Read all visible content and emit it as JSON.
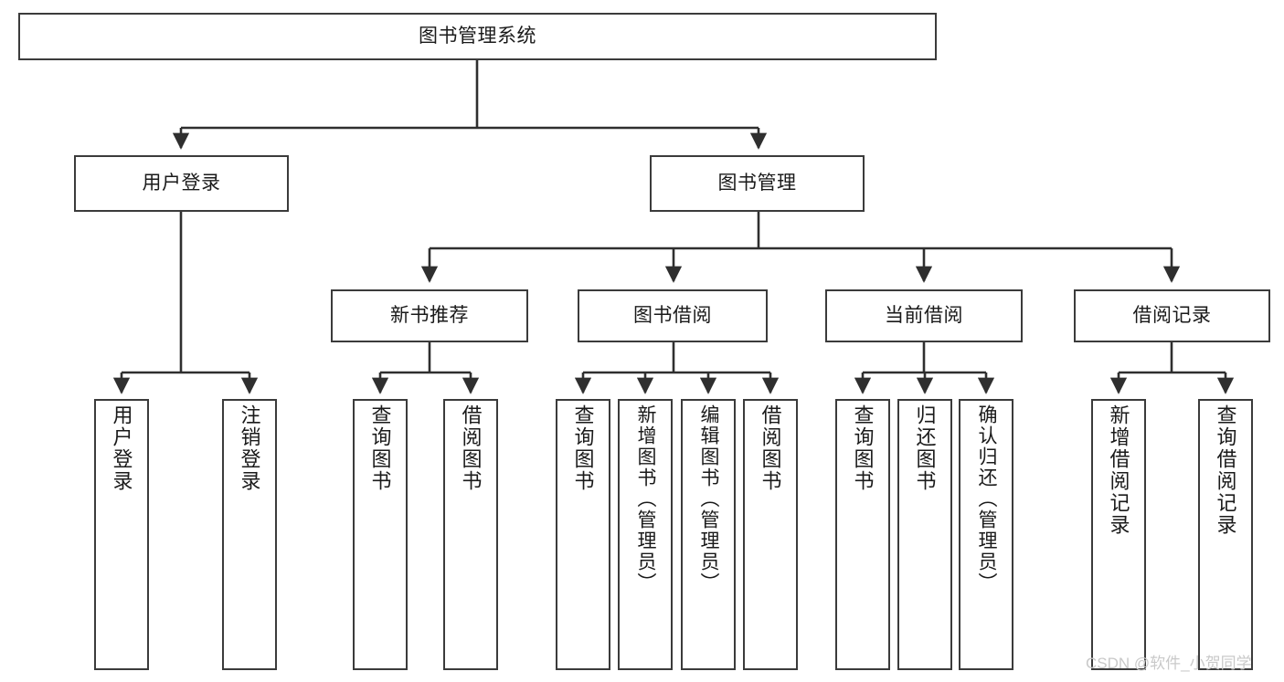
{
  "diagram": {
    "type": "hierarchy-tree",
    "title": "图书管理系统",
    "watermark": "CSDN @软件_小贺同学",
    "colors": {
      "box_border": "#3b3b3b",
      "box_fill": "#ffffff",
      "edge": "#2f2f2f",
      "text": "#1a1a1a",
      "watermark": "#c9c9c9"
    },
    "nodes": {
      "root": "图书管理系统",
      "level2": [
        "用户登录",
        "图书管理"
      ],
      "level3": [
        "新书推荐",
        "图书借阅",
        "当前借阅",
        "借阅记录"
      ],
      "leaves": {
        "user_login": [
          "用户登录",
          "注销登录"
        ],
        "new_book_recommend": [
          "查询图书",
          "借阅图书"
        ],
        "book_borrow": [
          "查询图书",
          "新增图书（管理员）",
          "编辑图书（管理员）",
          "借阅图书"
        ],
        "current_borrow": [
          "查询图书",
          "归还图书",
          "确认归还（管理员）"
        ],
        "borrow_record": [
          "新增借阅记录",
          "查询借阅记录"
        ]
      }
    }
  }
}
